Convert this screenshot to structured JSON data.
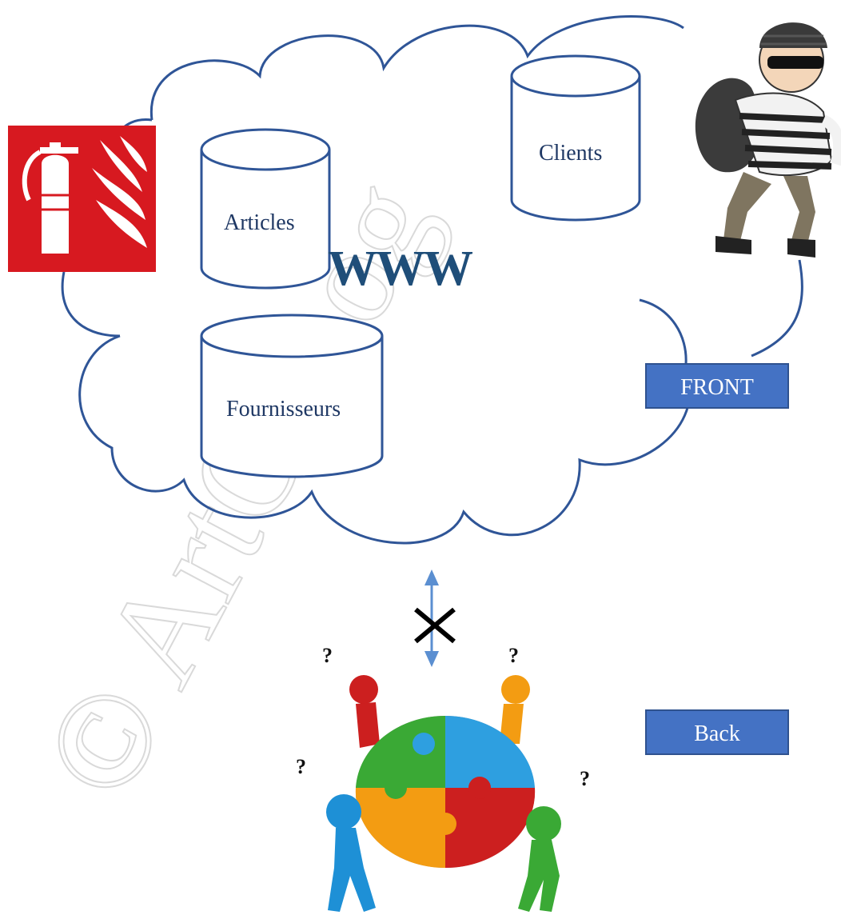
{
  "databases": {
    "articles": "Articles",
    "clients": "Clients",
    "fournisseurs": "Fournisseurs"
  },
  "www_label": "WWW",
  "front_label": "FRONT",
  "back_label": "Back",
  "question_mark": "?",
  "watermark": "© ArtOfLog",
  "colors": {
    "outline": "#2f5597",
    "button_fill": "#4472c4",
    "button_border": "#2f528f",
    "fire_red": "#d71920",
    "arrow": "#5b8fd1"
  }
}
